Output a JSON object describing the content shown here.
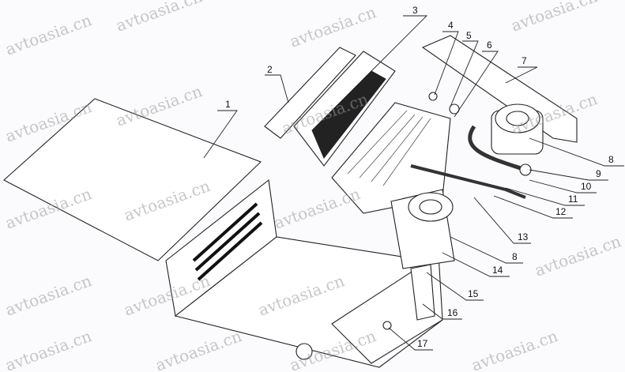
{
  "diagram": {
    "watermark": "avtoasia.cn",
    "callouts": [
      "1",
      "2",
      "3",
      "4",
      "5",
      "6",
      "7",
      "8",
      "9",
      "10",
      "11",
      "12",
      "13",
      "8",
      "14",
      "15",
      "16",
      "17"
    ]
  }
}
